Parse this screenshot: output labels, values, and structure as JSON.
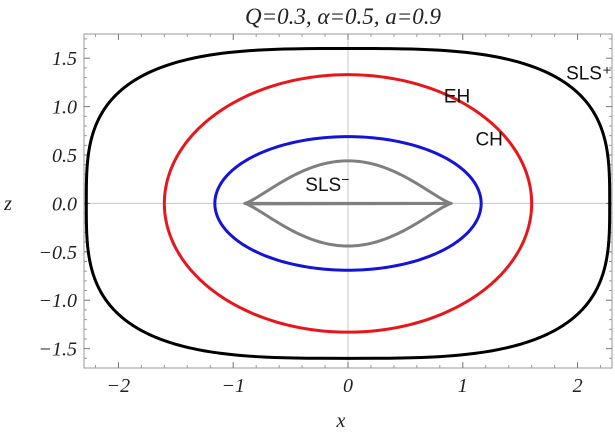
{
  "chart_data": {
    "type": "line",
    "title": "Q=0.3, α=0.5, a=0.9",
    "xlabel": "x",
    "ylabel": "z",
    "xlim": [
      -2.3,
      2.3
    ],
    "ylim": [
      -1.7,
      1.75
    ],
    "x_ticks": [
      {
        "value": -2,
        "label": "−2"
      },
      {
        "value": -1,
        "label": "−1"
      },
      {
        "value": 0,
        "label": "0"
      },
      {
        "value": 1,
        "label": "1"
      },
      {
        "value": 2,
        "label": "2"
      }
    ],
    "y_ticks": [
      {
        "value": 1.5,
        "label": "1.5"
      },
      {
        "value": 1.0,
        "label": "1.0"
      },
      {
        "value": 0.5,
        "label": "0.5"
      },
      {
        "value": 0.0,
        "label": "0.0"
      },
      {
        "value": -0.5,
        "label": "−0.5"
      },
      {
        "value": -1.0,
        "label": "−1.0"
      },
      {
        "value": -1.5,
        "label": "−1.5"
      }
    ],
    "grid": "axes-only",
    "series": [
      {
        "name": "SLS⁺",
        "color": "#000000",
        "shape": "superellipse",
        "rx": 2.28,
        "rz": 1.6,
        "exponent": 3.2,
        "label_at": [
          2.1,
          1.28
        ]
      },
      {
        "name": "EH",
        "color": "#e8161b",
        "shape": "ellipse",
        "rx": 1.6,
        "rz": 1.33,
        "label_at": [
          0.95,
          1.04
        ]
      },
      {
        "name": "CH",
        "color": "#1414d8",
        "shape": "ellipse",
        "rx": 1.16,
        "rz": 0.69,
        "label_at": [
          1.23,
          0.6
        ]
      },
      {
        "name": "SLS",
        "name_sup": "−",
        "color": "#7f7f7f",
        "shape": "lens",
        "rx": 0.9,
        "rz": 0.44,
        "label_at": [
          -0.18,
          0.13
        ]
      }
    ]
  }
}
